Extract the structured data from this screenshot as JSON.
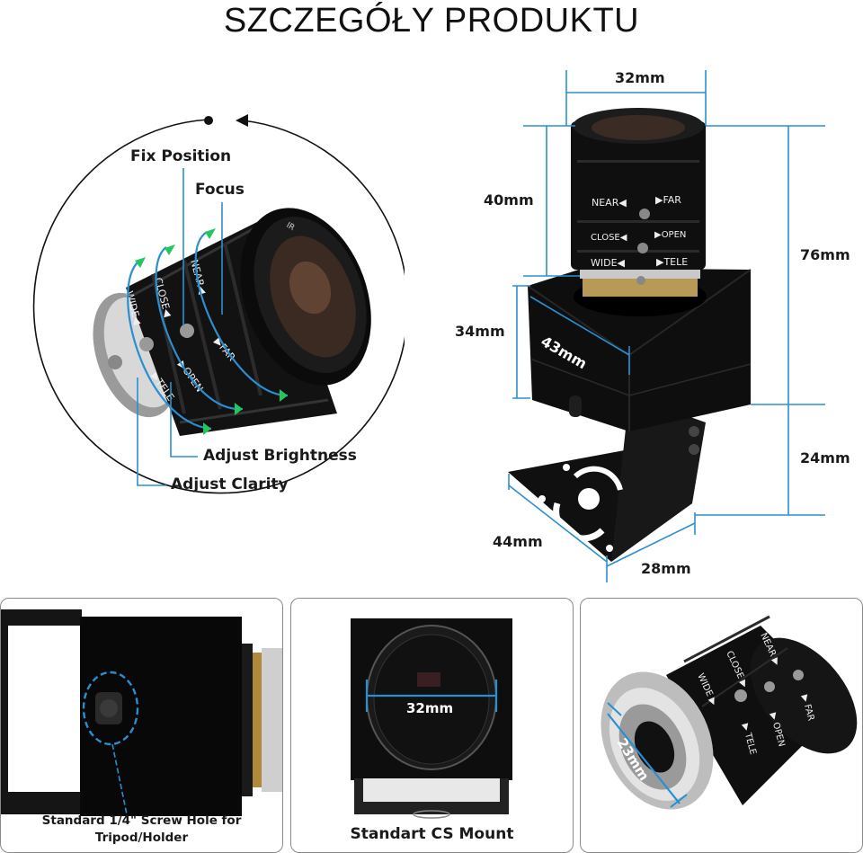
{
  "header": {
    "title": "SZCZEGÓŁY PRODUKTU"
  },
  "colors": {
    "dimension_line": "#2a8fd0",
    "arrow_accent": "#22c55e",
    "body": "#0d0d0d",
    "panel_border": "#8a8a8a"
  },
  "lens_diagram": {
    "labels": {
      "fix_position": "Fix Position",
      "focus": "Focus",
      "adjust_brightness": "Adjust Brightness",
      "adjust_clarity": "Adjust Clarity"
    },
    "ring_marks": {
      "near": "NEAR",
      "far": "FAR",
      "close": "CLOSE",
      "open": "OPEN",
      "wide": "WIDE",
      "tele": "TELE",
      "ir": "IR"
    }
  },
  "dimensions_view": {
    "lens_width": "32mm",
    "lens_height": "40mm",
    "total_height": "76mm",
    "body_height": "34mm",
    "body_width": "43mm",
    "bracket_height": "24mm",
    "bracket_depth": "44mm",
    "bracket_width": "28mm",
    "ring_marks": {
      "near": "NEAR◀",
      "far": "▶FAR",
      "close": "CLOSE◀",
      "open": "▶OPEN",
      "wide": "WIDE◀",
      "tele": "▶TELE"
    }
  },
  "panels": [
    {
      "caption_line1": "Standard 1/4\" Screw Hole for",
      "caption_line2": "Tripod/Holder"
    },
    {
      "caption": "Standart CS Mount",
      "measure": "32mm"
    },
    {
      "measure": "23mm",
      "ring_marks": {
        "near": "NEAR ▶",
        "far": "▶ FAR",
        "close": "CLOSE ▶",
        "open": "▶ OPEN",
        "wide": "WIDE ▶",
        "tele": "▶ TELE"
      }
    }
  ]
}
